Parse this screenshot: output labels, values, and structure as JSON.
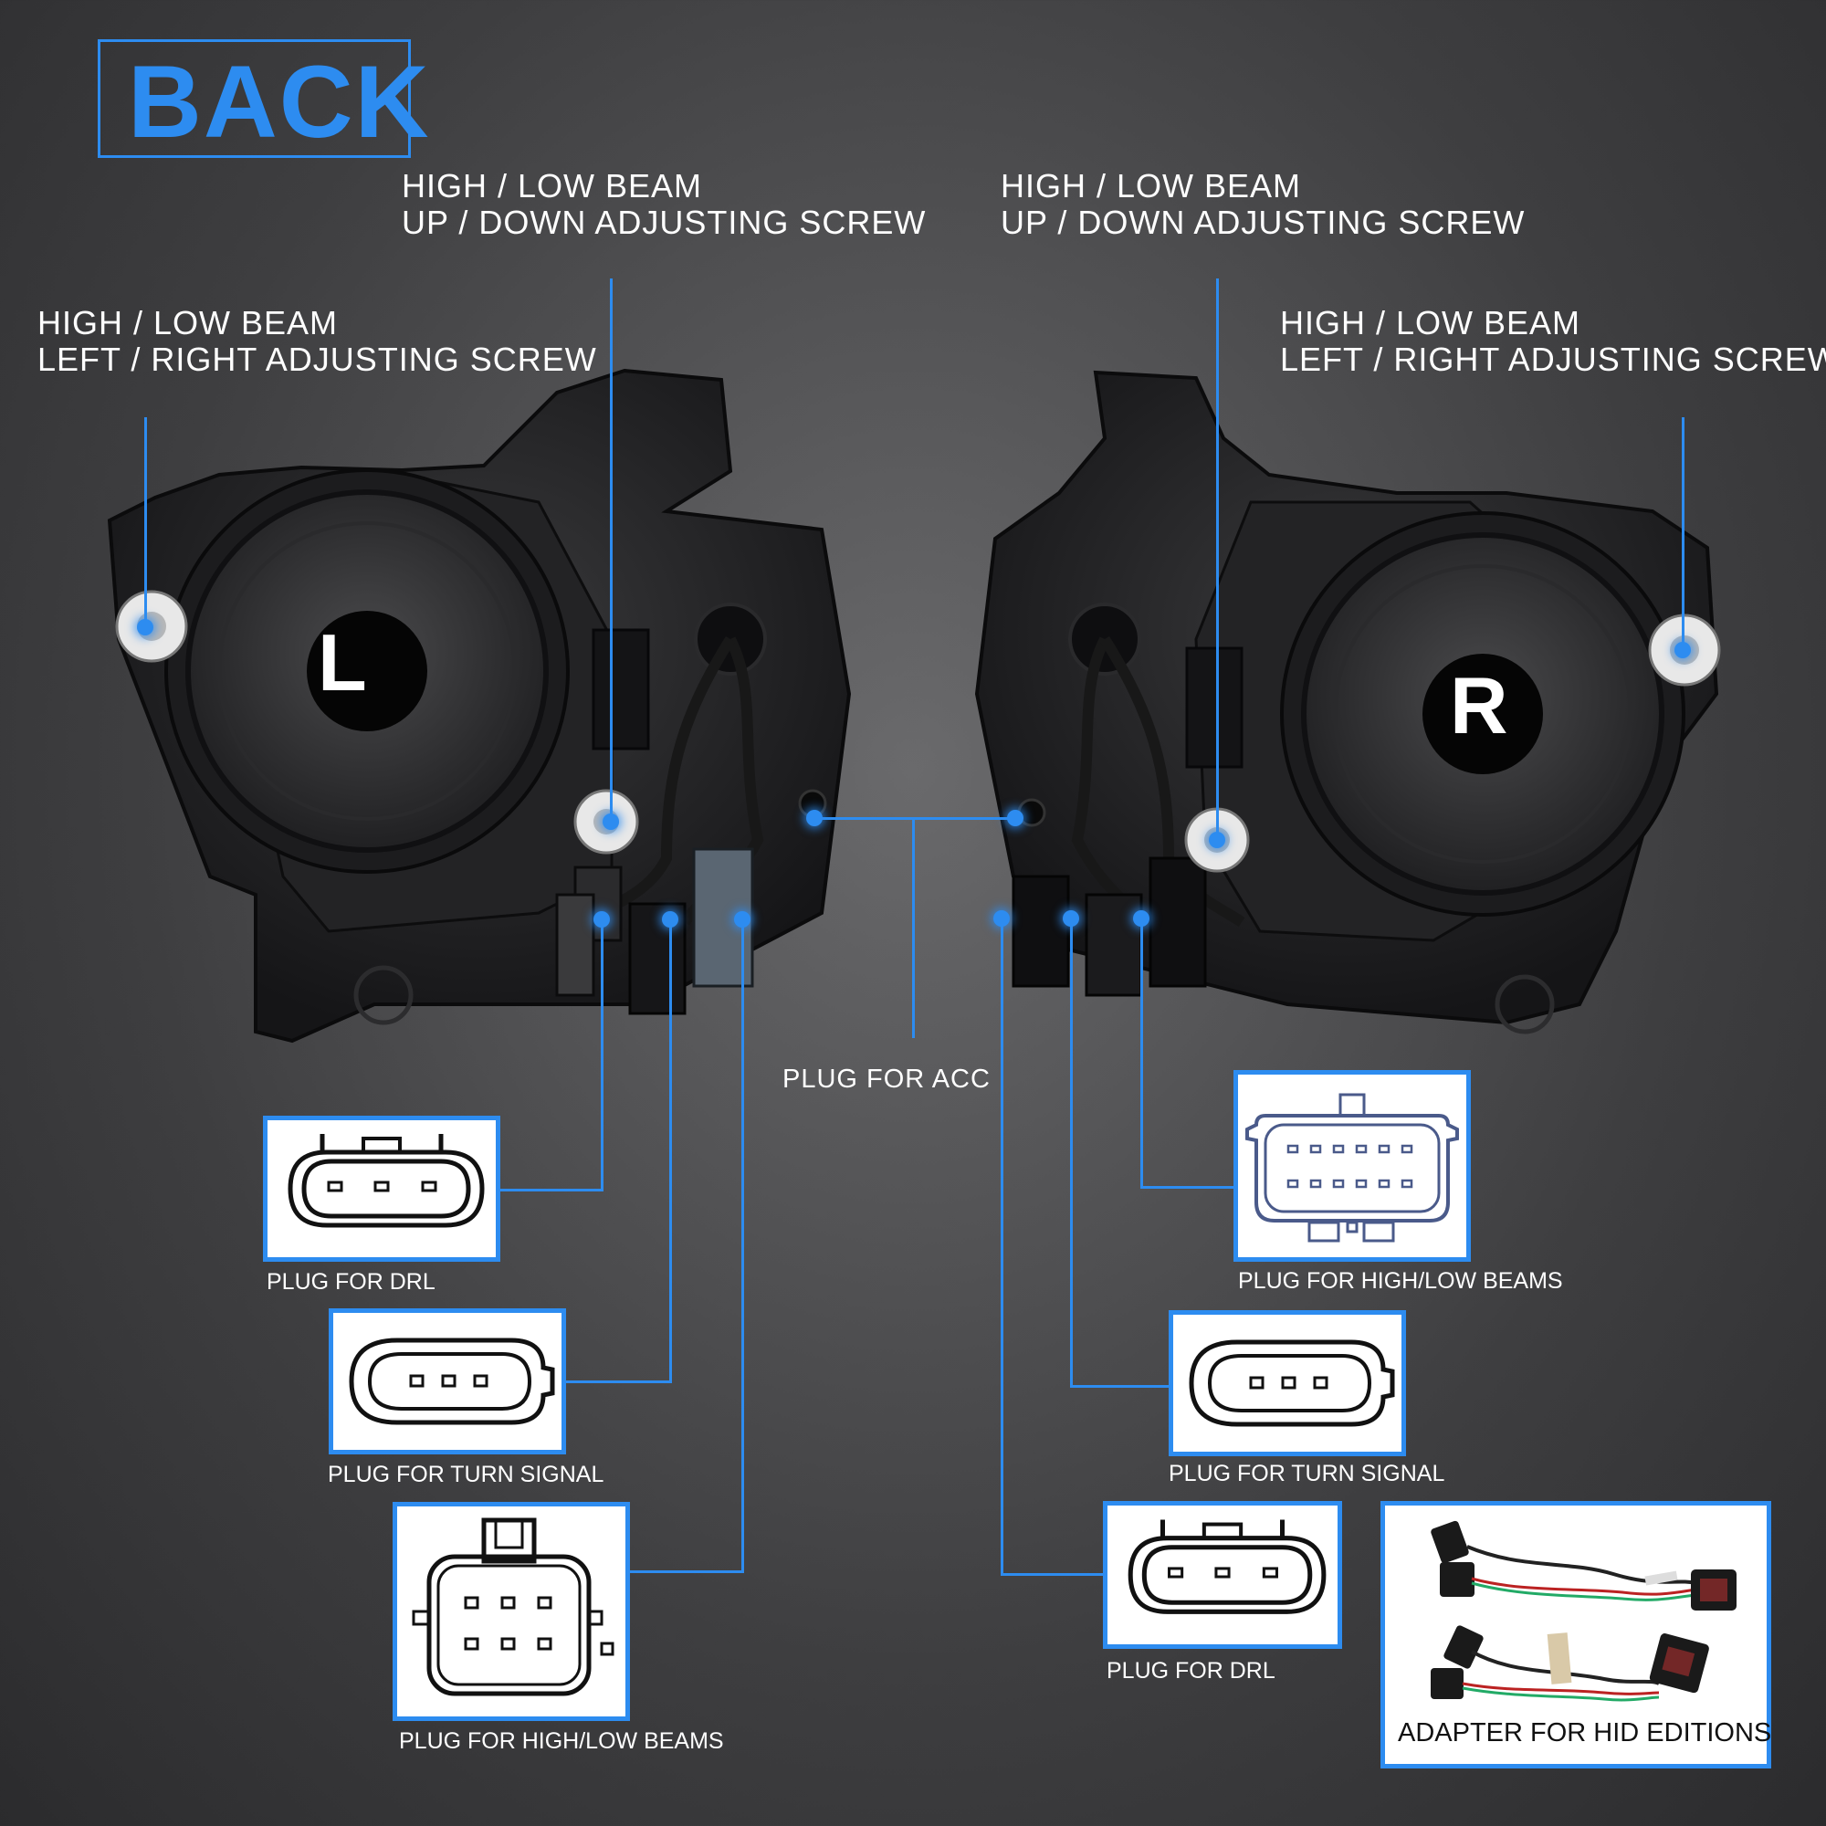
{
  "title": "BACK",
  "callouts": {
    "updown_left": [
      "HIGH / LOW BEAM",
      "UP / DOWN ADJUSTING SCREW"
    ],
    "updown_right": [
      "HIGH / LOW BEAM",
      "UP / DOWN ADJUSTING SCREW"
    ],
    "leftright_left": [
      "HIGH / LOW BEAM",
      "LEFT / RIGHT ADJUSTING SCREW"
    ],
    "leftright_right": [
      "HIGH / LOW BEAM",
      "LEFT / RIGHT ADJUSTING SCREW"
    ],
    "acc": "PLUG FOR ACC"
  },
  "lamps": {
    "left_letter": "L",
    "right_letter": "R"
  },
  "plugs": {
    "left_drl": "PLUG FOR DRL",
    "left_turn": "PLUG FOR TURN SIGNAL",
    "left_beams": "PLUG FOR HIGH/LOW BEAMS",
    "right_beams": "PLUG FOR HIGH/LOW BEAMS",
    "right_turn": "PLUG FOR TURN SIGNAL",
    "right_drl": "PLUG FOR DRL",
    "adapter": "ADAPTER FOR HID EDITIONS"
  },
  "colors": {
    "accent": "#2d8cf0",
    "text": "#ffffff",
    "background": "#4a4a4c"
  }
}
